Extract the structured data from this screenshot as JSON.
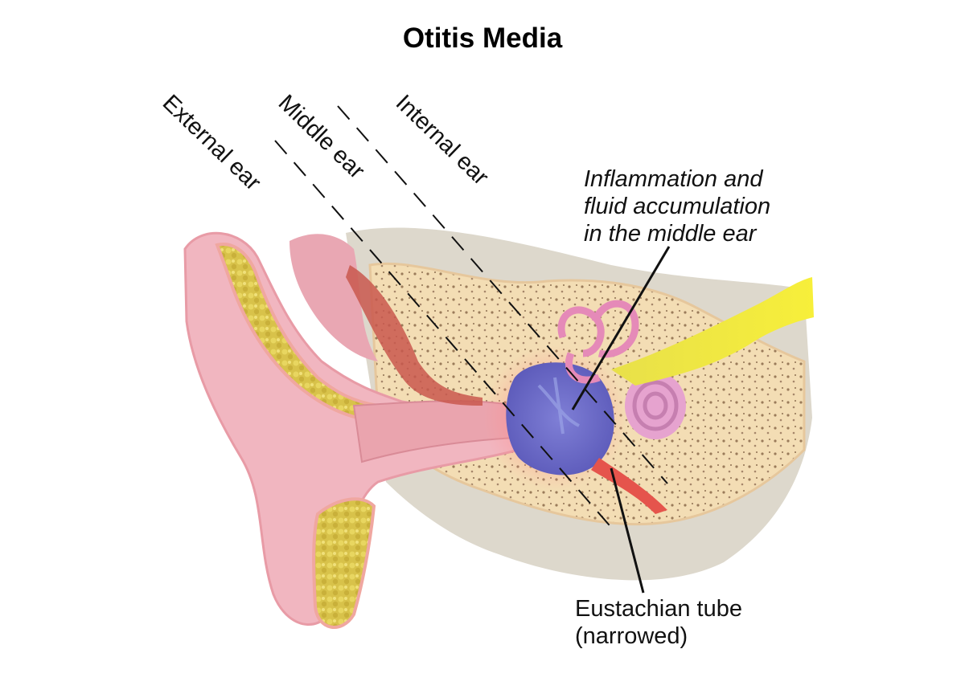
{
  "title": "Otitis Media",
  "regions": {
    "external": "External ear",
    "middle": "Middle ear",
    "internal": "Internal ear"
  },
  "callouts": {
    "inflammation": [
      "Inflammation and",
      "fluid accumulation",
      "in the middle ear"
    ],
    "eustachian": [
      "Eustachian tube",
      "(narrowed)"
    ]
  }
}
